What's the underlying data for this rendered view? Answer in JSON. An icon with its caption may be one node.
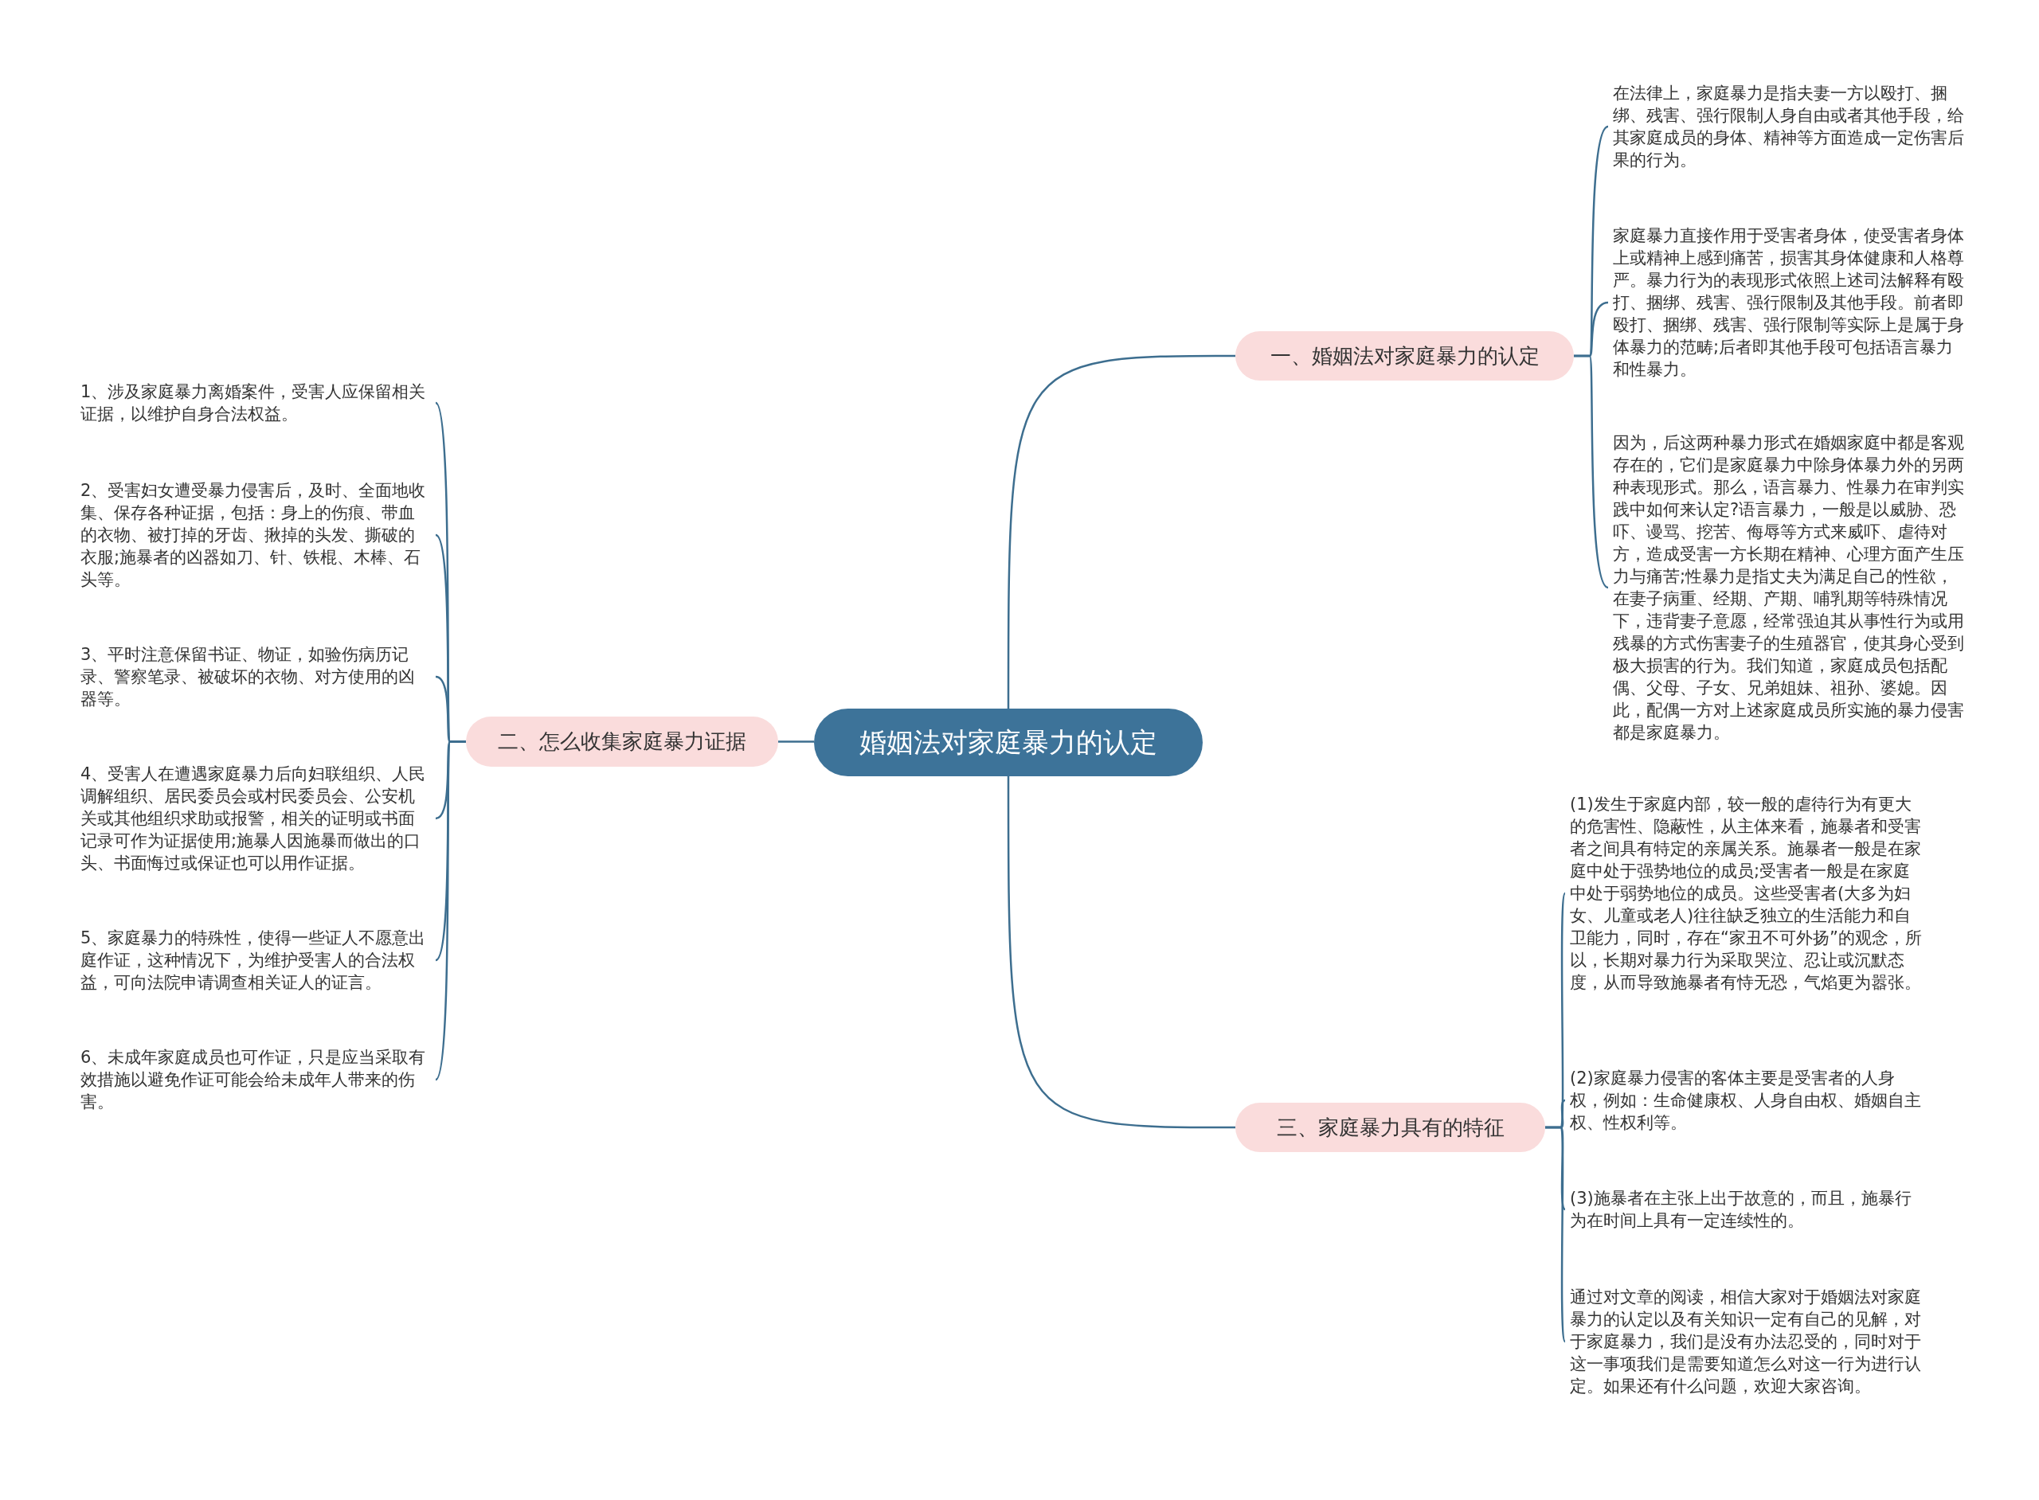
{
  "diagram": {
    "nodes": [
      {
        "text": [
          "婚姻法对家庭暴力的认定"
        ]
      },
      {
        "text": [
          "一、婚姻法对家庭暴力的认定"
        ]
      },
      {
        "text": [
          "在法律上，家庭暴力是指夫妻一方以殴打、捆绑、残害、强行限制人身自由或者其他手段，给其家庭成员的身体、精神等方面造成一定伤害后果的行为。"
        ]
      },
      {
        "text": [
          "家庭暴力直接作用于受害者身体，使受害者身体上或精神上感到痛苦，损害其身体健康和人格尊严。暴力行为的表现形式依照上述司法解释有殴打、捆绑、残害、强行限制及其他手段。前者即殴打、捆绑、残害、强行限制等实际上是属于身体暴力的范畴;后者即其他手段可包括语言暴力和性暴力。"
        ]
      },
      {
        "text": [
          "因为，后这两种暴力形式在婚姻家庭中都是客观存在的，它们是家庭暴力中除身体暴力外的另两种表现形式。那么，语言暴力、性暴力在审判实践中如何来认定?语言暴力，一般是以威胁、恐吓、谩骂、挖苦、侮辱等方式来威吓、虐待对方，造成受害一方长期在精神、心理方面产生压力与痛苦;性暴力是指丈夫为满足自己的性欲，在妻子病重、经期、产期、哺乳期等特殊情况下，违背妻子意愿，经常强迫其从事性行为或用残暴的方式伤害妻子的生殖器官，使其身心受到极大损害的行为。我们知道，家庭成员包括配偶、父母、子女、兄弟姐妹、祖孙、婆媳。因此，配偶一方对上述家庭成员所实施的暴力侵害都是家庭暴力。"
        ]
      },
      {
        "text": [
          "二、怎么收集家庭暴力证据"
        ]
      },
      {
        "text": [
          "1、涉及家庭暴力离婚案件，受害人应保留相关证据，以维护自身合法权益。"
        ]
      },
      {
        "text": [
          "2、受害妇女遭受暴力侵害后，及时、全面地收集、保存各种证据，包括：身上的伤痕、带血的衣物、被打掉的牙齿、揪掉的头发、撕破的衣服;施暴者的凶器如刀、针、铁棍、木棒、石头等。"
        ]
      },
      {
        "text": [
          "3、平时注意保留书证、物证，如验伤病历记录、警察笔录、被破坏的衣物、对方使用的凶器等。"
        ]
      },
      {
        "text": [
          "4、受害人在遭遇家庭暴力后向妇联组织、人民调解组织、居民委员会或村民委员会、公安机关或其他组织求助或报警，相关的证明或书面记录可作为证据使用;施暴人因施暴而做出的口头、书面悔过或保证也可以用作证据。"
        ]
      },
      {
        "text": [
          "5、家庭暴力的特殊性，使得一些证人不愿意出庭作证，这种情况下，为维护受害人的合法权益，可向法院申请调查相关证人的证言。"
        ]
      },
      {
        "text": [
          "6、未成年家庭成员也可作证，只是应当采取有效措施以避免作证可能会给未成年人带来的伤害。"
        ]
      },
      {
        "text": [
          "三、家庭暴力具有的特征"
        ]
      },
      {
        "text": [
          "(1)发生于家庭内部，较一般的虐待行为有更大的危害性、隐蔽性，从主体来看，施暴者和受害者之间具有特定的亲属关系。施暴者一般是在家庭中处于强势地位的成员;受害者一般是在家庭中处于弱势地位的成员。这些受害者(大多为妇女、儿童或老人)往往缺乏独立的生活能力和自卫能力，同时，存在“家丑不可外扬”的观念，所以，长期对暴力行为采取哭泣、忍让或沉默态度，从而导致施暴者有恃无恐，气焰更为嚣张。"
        ]
      },
      {
        "text": [
          "(2)家庭暴力侵害的客体主要是受害者的人身权，例如：生命健康权、人身自由权、婚姻自主权、性权利等。"
        ]
      },
      {
        "text": [
          "(3)施暴者在主张上出于故意的，而且，施暴行为在时间上具有一定连续性的。"
        ]
      },
      {
        "text": [
          "通过对文章的阅读，相信大家对于婚姻法对家庭暴力的认定以及有关知识一定有自己的见解，对于家庭暴力，我们是没有办法忍受的，同时对于这一事项我们是需要知道怎么对这一行为进行认定。如果还有什么问题，欢迎大家咨询。"
        ]
      }
    ],
    "edges": [
      {
        "from": 0,
        "to": 1,
        "arrow": "none"
      },
      {
        "from": 1,
        "to": 2,
        "arrow": "none"
      },
      {
        "from": 1,
        "to": 3,
        "arrow": "none"
      },
      {
        "from": 1,
        "to": 4,
        "arrow": "none"
      },
      {
        "from": 0,
        "to": 5,
        "arrow": "none"
      },
      {
        "from": 5,
        "to": 6,
        "arrow": "none"
      },
      {
        "from": 5,
        "to": 7,
        "arrow": "none"
      },
      {
        "from": 5,
        "to": 8,
        "arrow": "none"
      },
      {
        "from": 5,
        "to": 9,
        "arrow": "none"
      },
      {
        "from": 5,
        "to": 10,
        "arrow": "none"
      },
      {
        "from": 5,
        "to": 11,
        "arrow": "none"
      },
      {
        "from": 0,
        "to": 12,
        "arrow": "none"
      },
      {
        "from": 12,
        "to": 13,
        "arrow": "none"
      },
      {
        "from": 12,
        "to": 14,
        "arrow": "none"
      },
      {
        "from": 12,
        "to": 15,
        "arrow": "none"
      },
      {
        "from": 12,
        "to": 16,
        "arrow": "none"
      }
    ]
  }
}
